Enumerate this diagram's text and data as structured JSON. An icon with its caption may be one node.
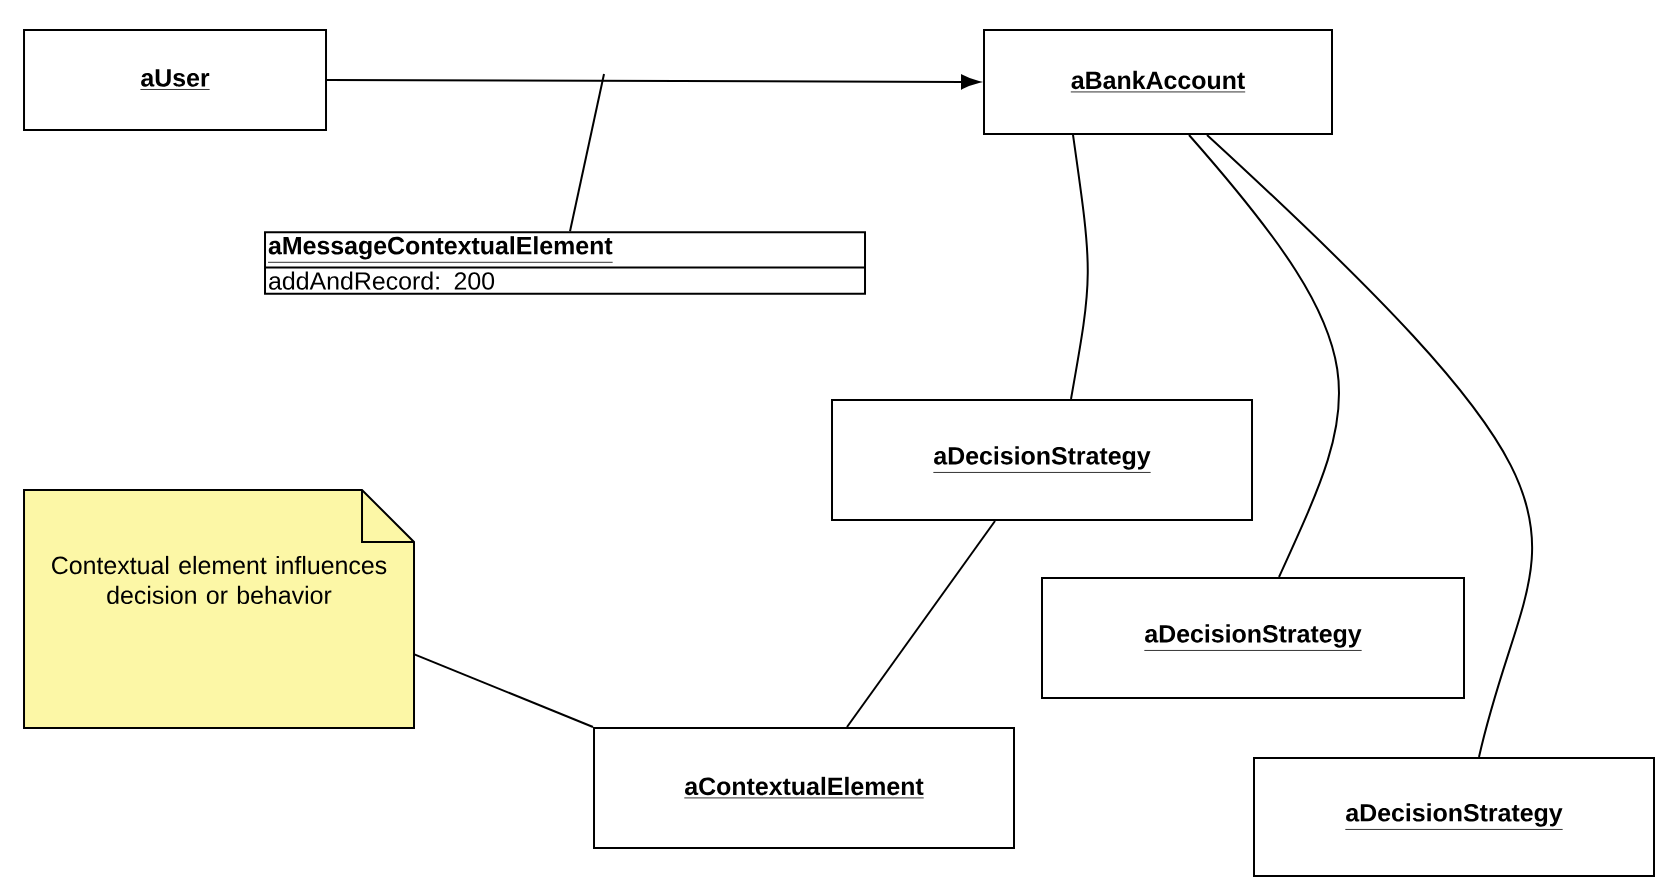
{
  "diagram": {
    "nodes": [
      {
        "text": [
          "aUser"
        ]
      },
      {
        "text": [
          "aBankAccount"
        ]
      },
      {
        "text": [
          "aMessageContextualElement",
          "addAndRecord: 200"
        ]
      },
      {
        "text": [
          "aDecisionStrategy"
        ]
      },
      {
        "text": [
          "Contextual element influences decision or behavior"
        ]
      },
      {
        "text": [
          "aDecisionStrategy"
        ]
      },
      {
        "text": [
          "aContextualElement"
        ]
      },
      {
        "text": [
          "aDecisionStrategy"
        ]
      }
    ],
    "edges": [
      {
        "from": 0,
        "to": 1,
        "arrow": "to"
      },
      {
        "from": 2,
        "to": null,
        "arrow": "none"
      },
      {
        "from": 1,
        "to": 3,
        "arrow": "none"
      },
      {
        "from": 1,
        "to": 5,
        "arrow": "none"
      },
      {
        "from": 1,
        "to": 7,
        "arrow": "none"
      },
      {
        "from": 3,
        "to": 6,
        "arrow": "none"
      },
      {
        "from": 4,
        "to": 6,
        "arrow": "none"
      }
    ]
  }
}
